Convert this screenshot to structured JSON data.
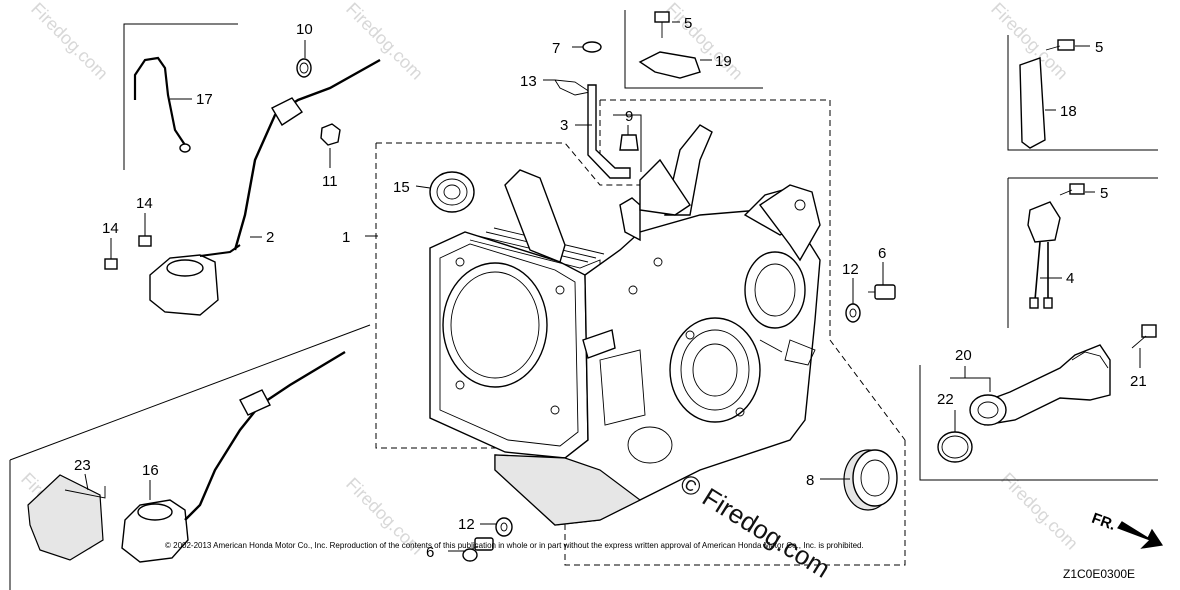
{
  "copyright": "© 2002-2013 American Honda Motor Co., Inc. Reproduction of the contents of this publication in whole or in part without the express written approval of American Honda Motor Co., Inc. is prohibited.",
  "diagram_code": "Z1C0E0300E",
  "direction_label": "FR.",
  "watermark": "Firedog.com",
  "watermark_large": "© Firedog.com",
  "callouts": [
    "1",
    "2",
    "3",
    "4",
    "5",
    "5",
    "5",
    "6",
    "6",
    "7",
    "8",
    "9",
    "10",
    "11",
    "12",
    "12",
    "13",
    "14",
    "14",
    "15",
    "16",
    "17",
    "18",
    "19",
    "20",
    "21",
    "22",
    "23"
  ]
}
